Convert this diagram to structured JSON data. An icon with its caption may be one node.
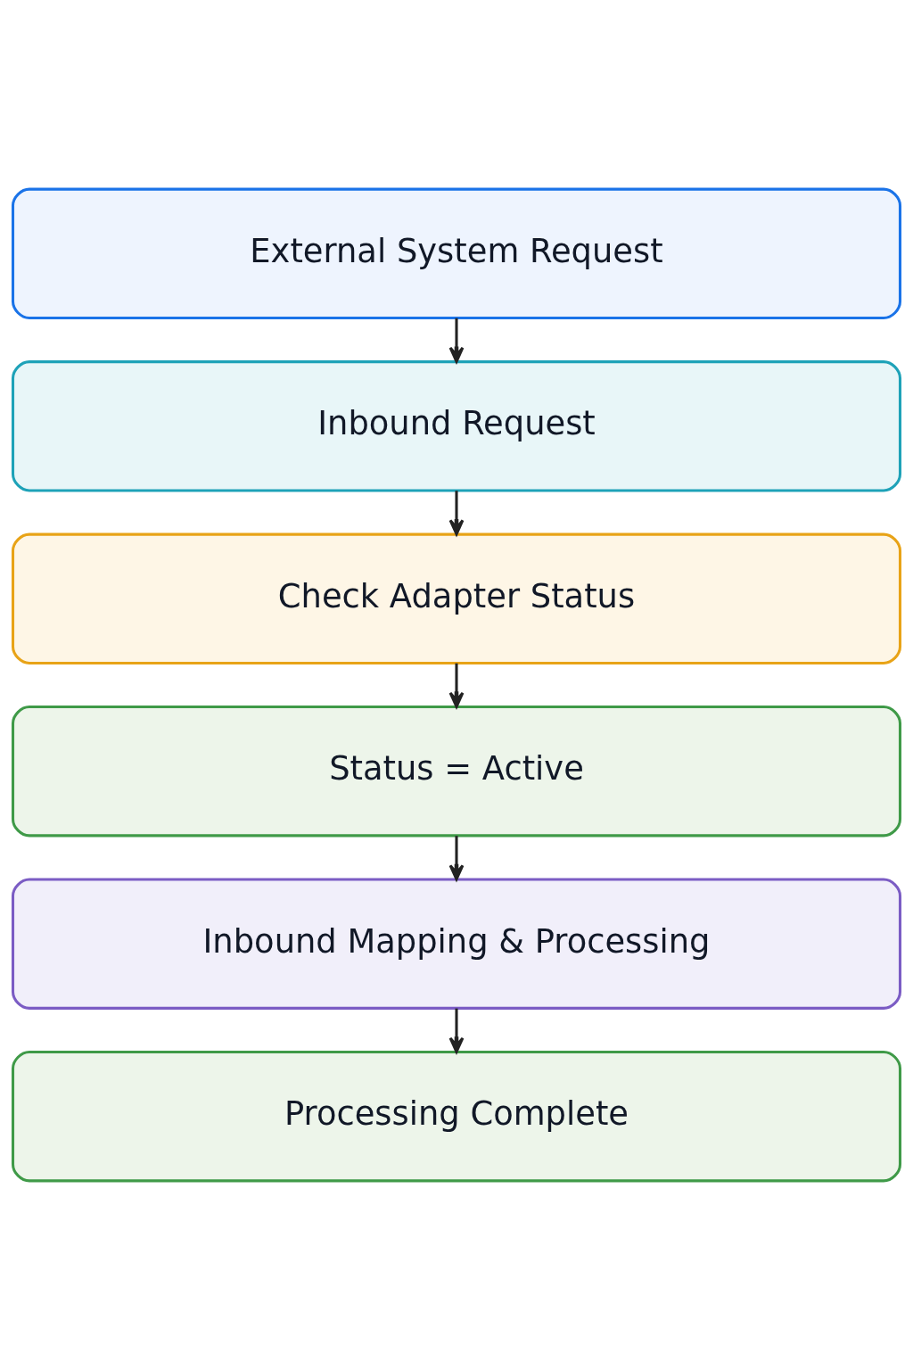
{
  "diagram": {
    "nodes": [
      {
        "text": [
          "External System Request"
        ]
      },
      {
        "text": [
          "Inbound Request"
        ]
      },
      {
        "text": [
          "Check Adapter Status"
        ]
      },
      {
        "text": [
          "Status = Active"
        ]
      },
      {
        "text": [
          "Inbound Mapping & Processing"
        ]
      },
      {
        "text": [
          "Processing Complete"
        ]
      }
    ],
    "edges": [
      {
        "from": 0,
        "to": 1,
        "arrow": "to"
      },
      {
        "from": 1,
        "to": 2,
        "arrow": "to"
      },
      {
        "from": 2,
        "to": 3,
        "arrow": "to"
      },
      {
        "from": 3,
        "to": 4,
        "arrow": "to"
      },
      {
        "from": 4,
        "to": 5,
        "arrow": "to"
      }
    ]
  }
}
